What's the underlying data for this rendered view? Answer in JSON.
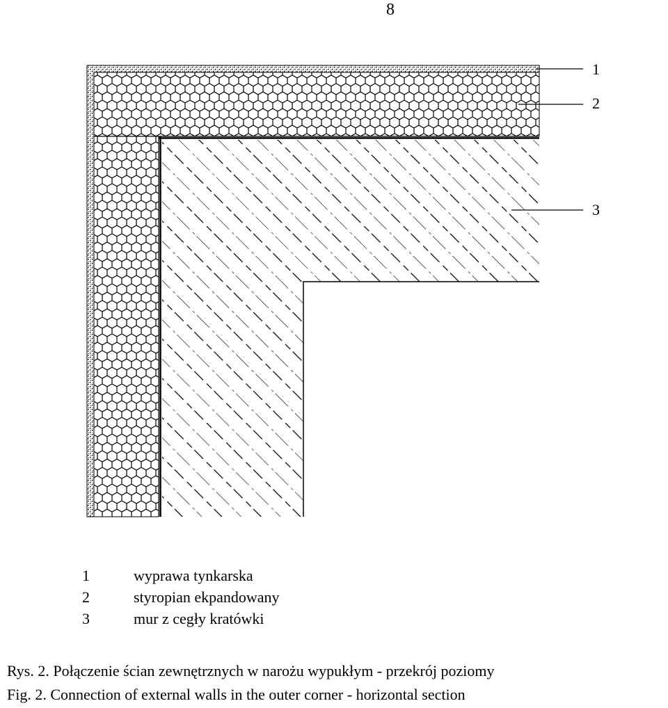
{
  "page_number": "8",
  "callouts": [
    {
      "number": "1"
    },
    {
      "number": "2"
    },
    {
      "number": "3"
    }
  ],
  "legend": [
    {
      "number": "1",
      "text": "wyprawa tynkarska"
    },
    {
      "number": "2",
      "text": "styropian ekpandowany"
    },
    {
      "number": "3",
      "text": "mur z cegły kratówki"
    }
  ],
  "caption_pl": "Rys. 2. Połączenie ścian zewnętrznych w narożu wypukłym - przekrój poziomy",
  "caption_en": "Fig. 2. Connection of external walls in the outer corner - horizontal section"
}
